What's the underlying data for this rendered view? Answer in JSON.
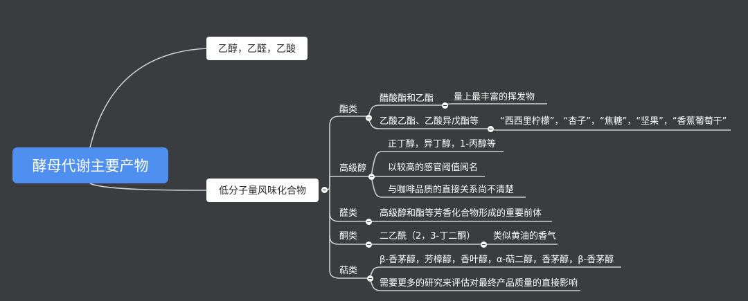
{
  "root": "酵母代谢主要产物",
  "branches": {
    "alcohols_acids": "乙醇，乙醛，乙酸",
    "flavor": "低分子量风味化合物"
  },
  "categories": {
    "esters": {
      "label": "酯类",
      "items": [
        "醋酸酯和乙酯",
        "乙酸乙酯、乙酸异戊酯等"
      ],
      "details": [
        "量上最丰富的挥发物",
        "“西西里柠檬”，“杏子”，“焦糖”，“坚果”，“香蕉葡萄干”"
      ]
    },
    "higher_alcohols": {
      "label": "高级醇",
      "items": [
        "正丁醇，异丁醇，1-丙醇等",
        "以较高的感官阈值闻名",
        "与咖啡品质的直接关系尚不清楚"
      ]
    },
    "aldehydes": {
      "label": "醛类",
      "items": [
        "高级醇和酯等芳香化合物形成的重要前体"
      ]
    },
    "ketones": {
      "label": "酮类",
      "items": [
        "二乙酰（2，3-丁二酮）"
      ],
      "details": [
        "类似黄油的香气"
      ]
    },
    "terpenes": {
      "label": "萜类",
      "items": [
        "β-香茅醇，芳樟醇，香叶醇，α-萜二醇，香茅醇，β-香茅醇",
        "需要更多的研究来评估对最终产品质量的直接影响"
      ]
    }
  },
  "colors": {
    "background": "#3a3c3f",
    "root_fill": "#4e8ff0",
    "line": "#cfcfcf"
  }
}
